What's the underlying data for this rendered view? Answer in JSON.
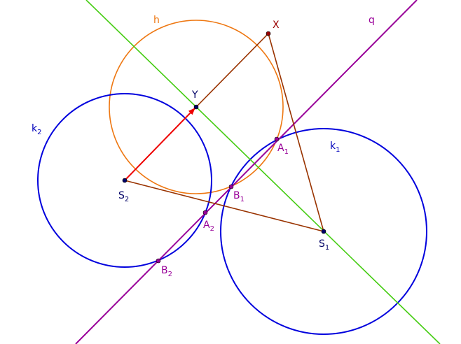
{
  "labels": {
    "h": "h",
    "q": "q",
    "k1": "k",
    "k1_sub": "1",
    "k2": "k",
    "k2_sub": "2",
    "X": "X",
    "Y": "Y",
    "S1": "S",
    "S1_sub": "1",
    "S2": "S",
    "S2_sub": "2",
    "A1": "A",
    "A1_sub": "1",
    "A2": "A",
    "A2_sub": "2",
    "B1": "B",
    "B1_sub": "1",
    "B2": "B",
    "B2_sub": "2"
  },
  "colors": {
    "circle_k": "#0000dd",
    "circle_h": "#ee7711",
    "line_green": "#44cc11",
    "line_q": "#990099",
    "segment": "#993300",
    "vector": "#ee0000",
    "point": "#000066",
    "label_purple": "#990099",
    "label_blue": "#0000bb",
    "label_point": "#000066"
  }
}
